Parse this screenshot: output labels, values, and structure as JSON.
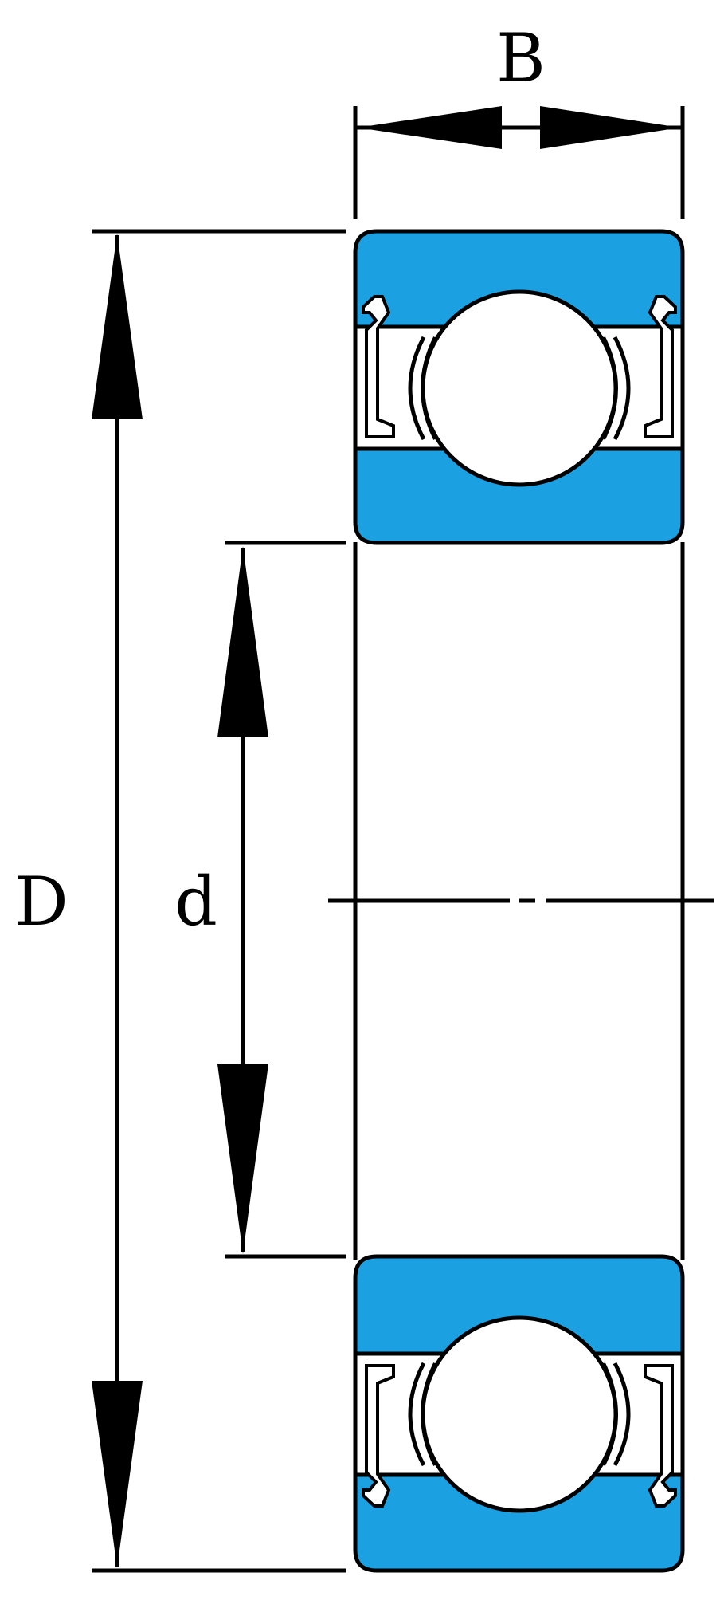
{
  "labels": {
    "width": "B",
    "outer_diameter": "D",
    "bore_diameter": "d"
  },
  "colors": {
    "ring": "#1BA1E2",
    "stroke": "#000000",
    "background": "#FFFFFF"
  }
}
